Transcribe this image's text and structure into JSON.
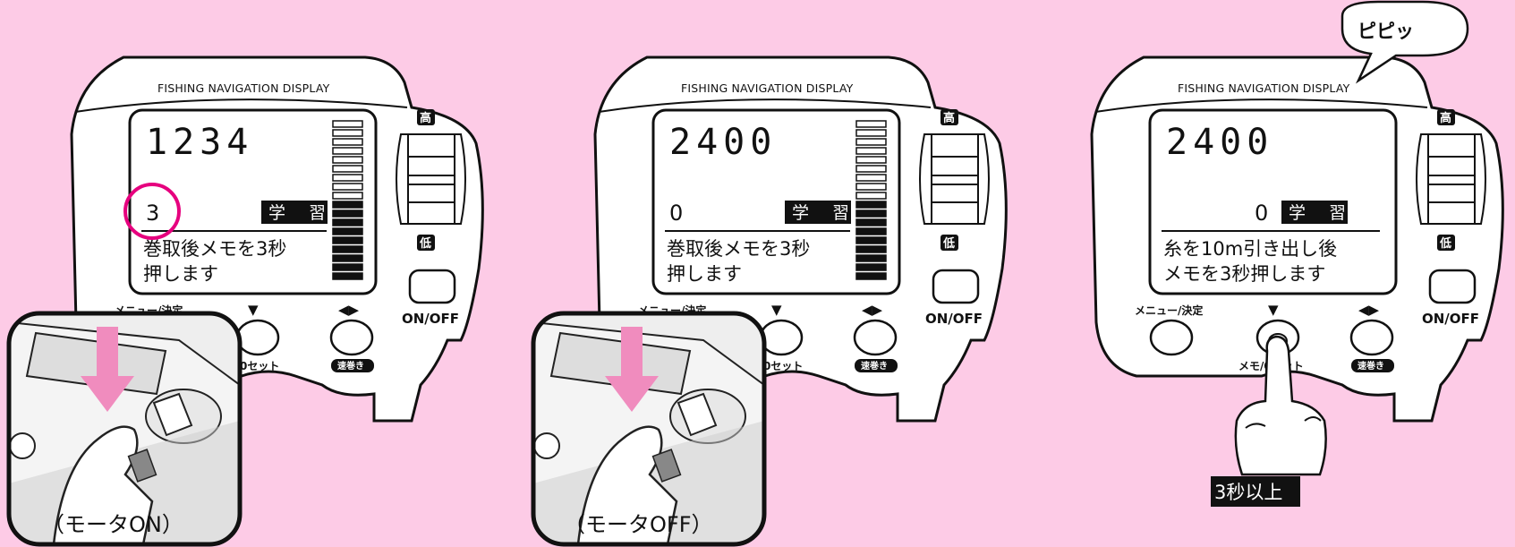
{
  "panels": [
    {
      "title": "FISHING NAVIGATION DISPLAY",
      "depth": "1234",
      "sub_value": "3",
      "badge": "学 習",
      "message_line1": "巻取後メモを3秒",
      "message_line2": "押します",
      "high_label": "高",
      "low_label": "低",
      "onoff_label": "ON/OFF",
      "menu_label": "メニュー/決定",
      "down_arrow": "▼",
      "lr_arrows": "◀▶",
      "zero_set_label": "0セット",
      "speed_label": "速巻き",
      "photo_caption": "（モータON）",
      "meter_filled": 9
    },
    {
      "title": "FISHING NAVIGATION DISPLAY",
      "depth": "2400",
      "sub_value": "0",
      "badge": "学 習",
      "message_line1": "巻取後メモを3秒",
      "message_line2": "押します",
      "high_label": "高",
      "low_label": "低",
      "onoff_label": "ON/OFF",
      "menu_label": "メニュー/決定",
      "down_arrow": "▼",
      "lr_arrows": "◀▶",
      "zero_set_label": "0セット",
      "speed_label": "速巻き",
      "photo_caption": "（モータOFF）",
      "meter_filled": 9
    },
    {
      "title": "FISHING NAVIGATION DISPLAY",
      "depth": "2400",
      "sub_value": "0",
      "badge": "学 習",
      "message_line1": "糸を10m引き出し後",
      "message_line2": "メモを3秒押します",
      "high_label": "高",
      "low_label": "低",
      "onoff_label": "ON/OFF",
      "menu_label": "メニュー/決定",
      "down_arrow": "▼",
      "lr_arrows": "◀▶",
      "memo_label": "メモ/0セット",
      "speed_label": "速巻き",
      "bubble": "ピピッ",
      "seconds_label": "3秒以上",
      "meter_filled": 0
    }
  ],
  "colors": {
    "background": "#fdcbe6",
    "highlight_circle": "#e6007e",
    "arrow": "#f08cbe",
    "ink": "#111111"
  }
}
